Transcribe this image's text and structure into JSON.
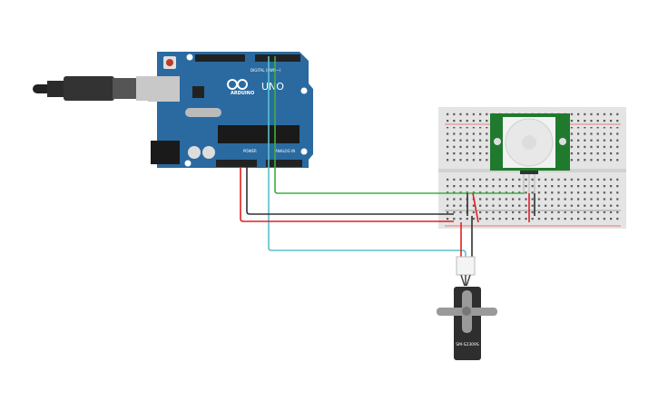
{
  "arduino": {
    "brand": "ARDUINO",
    "model": "UNO",
    "digital_label": "DIGITAL (PWM~)",
    "power_label": "POWER",
    "analog_label": "ANALOG IN",
    "board_color": "#2a6aa0"
  },
  "pir_sensor": {
    "board_color": "#1f7a2e"
  },
  "servo": {
    "label": "SM-S2309S",
    "body_color": "#2e2e2e"
  },
  "wires": {
    "signal_pir": "#3cb043",
    "signal_servo": "#5bc0cc",
    "power": "#e02020",
    "ground": "#303030"
  }
}
